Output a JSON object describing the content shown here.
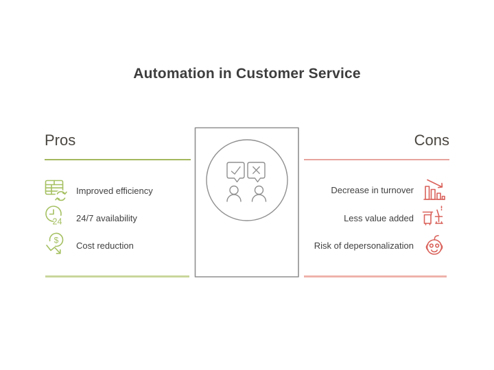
{
  "title": "Automation in Customer Service",
  "pros": {
    "heading": "Pros",
    "items": [
      {
        "label": "Improved efficiency",
        "icon": "table-refresh-icon"
      },
      {
        "label": "24/7 availability",
        "icon": "clock-24-icon",
        "icon_text": "24"
      },
      {
        "label": "Cost reduction",
        "icon": "dollar-decrease-icon",
        "icon_text": "$"
      }
    ]
  },
  "cons": {
    "heading": "Cons",
    "items": [
      {
        "label": "Decrease in turnover",
        "icon": "declining-bar-chart-icon"
      },
      {
        "label": "Less value added",
        "icon": "empty-desk-chair-icon"
      },
      {
        "label": "Risk of depersonalization",
        "icon": "robot-head-icon"
      }
    ]
  },
  "illustration": {
    "description": "two people with speech bubbles, one with a check mark and one with a cross, inside a circle on a card",
    "bubbles": [
      "check",
      "cross"
    ]
  },
  "colors": {
    "title_text": "#3d3d3d",
    "heading_text": "#4a4640",
    "item_text": "#404040",
    "pros_accent": "#a5c061",
    "pros_line_top": "#a3b75d",
    "pros_line_bottom": "#c8d69a",
    "cons_accent": "#d9615a",
    "cons_line_top": "#e6a39c",
    "cons_line_bottom": "#efb2ab",
    "outline_gray": "#8f8f8f"
  }
}
